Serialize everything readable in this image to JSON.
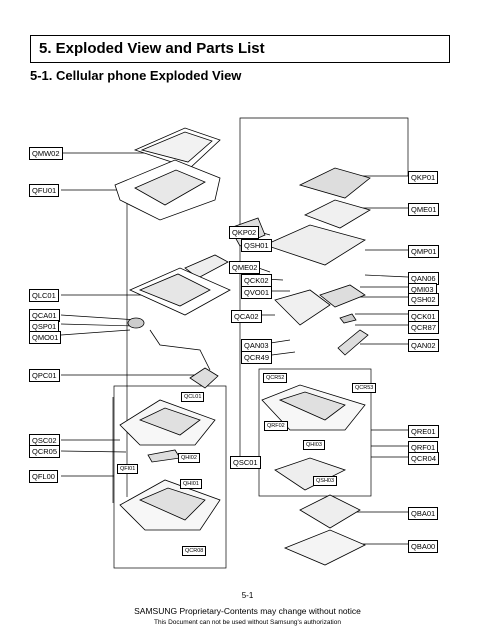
{
  "header": {
    "title": "5. Exploded View and Parts List",
    "subtitle": "5-1. Cellular phone Exploded View"
  },
  "diagram": {
    "labels_left": [
      "QMW02",
      "QFU01",
      "QLC01",
      "QCA01",
      "QSP01",
      "QMO01",
      "QPC01",
      "QSC02",
      "QCR05",
      "QFL00"
    ],
    "labels_center": [
      "QKP02",
      "QSH01",
      "QME02",
      "QCK02",
      "QVO01",
      "QCA02",
      "QAN03",
      "QCR49",
      "QSC01"
    ],
    "labels_right": [
      "QKP01",
      "QME01",
      "QMP01",
      "QAN06",
      "QMI03",
      "QSH02",
      "QCK01",
      "QCR87",
      "QAN02",
      "QRE01",
      "QRF01",
      "QCR04",
      "QBA01",
      "QBA00"
    ],
    "labels_small": [
      "QCL01",
      "QHI02",
      "QHI01",
      "QFI01",
      "QCR08",
      "QCR52",
      "QCR53",
      "QRF02",
      "QHI03",
      "QSH03"
    ]
  },
  "footer": {
    "page": "5-1",
    "notice": "SAMSUNG Proprietary-Contents may change without notice",
    "auth": "This Document can not be used without Samsung's authorization"
  }
}
